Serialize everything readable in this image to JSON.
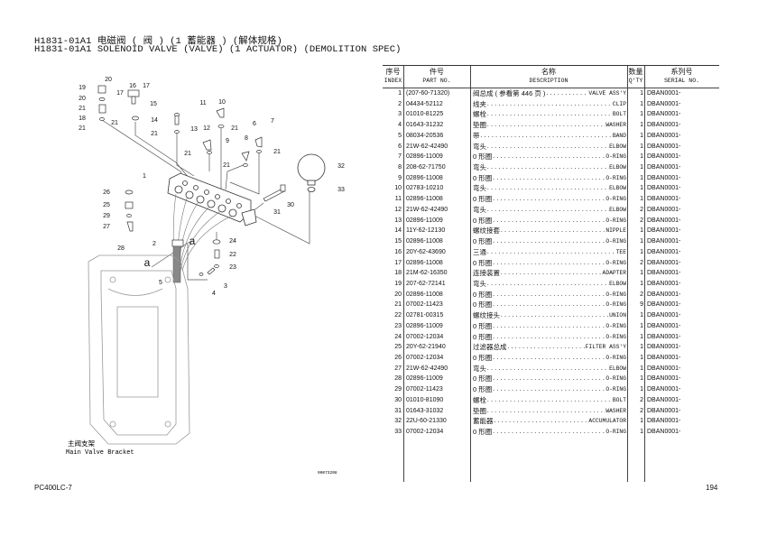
{
  "title": {
    "line1": "H1831-01A1 电磁阀 ( 阀 ) (1 蓄能器 ) (解体规格)",
    "line2": "H1831-01A1 SOLENOID VALVE (VALVE) (1 ACTUATOR) (DEMOLITION SPEC)"
  },
  "table": {
    "headers": {
      "index_cn": "序号",
      "index_en": "INDEX",
      "part_cn": "件号",
      "part_en": "PART NO.",
      "desc_cn": "名称",
      "desc_en": "DESCRIPTION",
      "qty_cn": "数量",
      "qty_en": "Q'TY",
      "serial_cn": "系列号",
      "serial_en": "SERIAL NO."
    },
    "rows": [
      {
        "index": "1",
        "part": "(207-60-71320)",
        "cn": "阀总成 ( 参看第 446 页 )",
        "en": "VALVE ASS'Y",
        "qty": "1",
        "serial": "DBAN0001-"
      },
      {
        "index": "2",
        "part": "04434-52112",
        "cn": "线夹",
        "en": "CLIP",
        "qty": "1",
        "serial": "DBAN0001-"
      },
      {
        "index": "3",
        "part": "01010-81225",
        "cn": "螺栓",
        "en": "BOLT",
        "qty": "1",
        "serial": "DBAN0001-"
      },
      {
        "index": "4",
        "part": "01643-31232",
        "cn": "垫圈",
        "en": "WASHER",
        "qty": "1",
        "serial": "DBAN0001-"
      },
      {
        "index": "5",
        "part": "08034-20536",
        "cn": "带",
        "en": "BAND",
        "qty": "1",
        "serial": "DBAN0001-"
      },
      {
        "index": "6",
        "part": "21W-62-42490",
        "cn": "弯头",
        "en": "ELBOW",
        "qty": "1",
        "serial": "DBAN0001-"
      },
      {
        "index": "7",
        "part": "02896-11009",
        "cn": "0 形圈",
        "en": "O-RING",
        "qty": "1",
        "serial": "DBAN0001-"
      },
      {
        "index": "8",
        "part": "208-62-71750",
        "cn": "弯头",
        "en": "ELBOW",
        "qty": "1",
        "serial": "DBAN0001-"
      },
      {
        "index": "9",
        "part": "02896-11008",
        "cn": "0 形圈",
        "en": "O-RING",
        "qty": "1",
        "serial": "DBAN0001-"
      },
      {
        "index": "10",
        "part": "02783-10210",
        "cn": "弯头",
        "en": "ELBOW",
        "qty": "1",
        "serial": "DBAN0001-"
      },
      {
        "index": "11",
        "part": "02896-11008",
        "cn": "0 形圈",
        "en": "O-RING",
        "qty": "1",
        "serial": "DBAN0001-"
      },
      {
        "index": "12",
        "part": "21W-62-42490",
        "cn": "弯头",
        "en": "ELBOW",
        "qty": "2",
        "serial": "DBAN0001-"
      },
      {
        "index": "13",
        "part": "02896-11009",
        "cn": "0 形圈",
        "en": "O-RING",
        "qty": "2",
        "serial": "DBAN0001-"
      },
      {
        "index": "14",
        "part": "11Y-62-12130",
        "cn": "螺纹接套",
        "en": "NIPPLE",
        "qty": "1",
        "serial": "DBAN0001-"
      },
      {
        "index": "15",
        "part": "02896-11008",
        "cn": "0 形圈",
        "en": "O-RING",
        "qty": "1",
        "serial": "DBAN0001-"
      },
      {
        "index": "16",
        "part": "20Y-62-43690",
        "cn": "三通",
        "en": "TEE",
        "qty": "1",
        "serial": "DBAN0001-"
      },
      {
        "index": "17",
        "part": "02896-11008",
        "cn": "0 形圈",
        "en": "O-RING",
        "qty": "2",
        "serial": "DBAN0001-"
      },
      {
        "index": "18",
        "part": "21M-62-16350",
        "cn": "连接装置",
        "en": "ADAPTER",
        "qty": "1",
        "serial": "DBAN0001-"
      },
      {
        "index": "19",
        "part": "207-62-72141",
        "cn": "弯头",
        "en": "ELBOW",
        "qty": "1",
        "serial": "DBAN0001-"
      },
      {
        "index": "20",
        "part": "02896-11008",
        "cn": "0 形圈",
        "en": "O-RING",
        "qty": "2",
        "serial": "DBAN0001-"
      },
      {
        "index": "21",
        "part": "07002-11423",
        "cn": "0 形圈",
        "en": "O-RING",
        "qty": "9",
        "serial": "DBAN0001-"
      },
      {
        "index": "22",
        "part": "02781-00315",
        "cn": "螺纹接头",
        "en": "UNION",
        "qty": "1",
        "serial": "DBAN0001-"
      },
      {
        "index": "23",
        "part": "02896-11009",
        "cn": "0 形圈",
        "en": "O-RING",
        "qty": "1",
        "serial": "DBAN0001-"
      },
      {
        "index": "24",
        "part": "07002-12034",
        "cn": "0 形圈",
        "en": "O-RING",
        "qty": "1",
        "serial": "DBAN0001-"
      },
      {
        "index": "25",
        "part": "20Y-62-21940",
        "cn": "过滤器总成",
        "en": "FILTER ASS'Y",
        "qty": "1",
        "serial": "DBAN0001-"
      },
      {
        "index": "26",
        "part": "07002-12034",
        "cn": "0 形圈",
        "en": "O-RING",
        "qty": "1",
        "serial": "DBAN0001-"
      },
      {
        "index": "27",
        "part": "21W-62-42490",
        "cn": "弯头",
        "en": "ELBOW",
        "qty": "1",
        "serial": "DBAN0001-"
      },
      {
        "index": "28",
        "part": "02896-11009",
        "cn": "0 形圈",
        "en": "O-RING",
        "qty": "1",
        "serial": "DBAN0001-"
      },
      {
        "index": "29",
        "part": "07002-11423",
        "cn": "0 形圈",
        "en": "O-RING",
        "qty": "1",
        "serial": "DBAN0001-"
      },
      {
        "index": "30",
        "part": "01010-81090",
        "cn": "螺栓",
        "en": "BOLT",
        "qty": "2",
        "serial": "DBAN0001-"
      },
      {
        "index": "31",
        "part": "01643-31032",
        "cn": "垫圈",
        "en": "WASHER",
        "qty": "2",
        "serial": "DBAN0001-"
      },
      {
        "index": "32",
        "part": "22U-60-21330",
        "cn": "蓄能器",
        "en": "ACCUMULATOR",
        "qty": "1",
        "serial": "DBAN0001-"
      },
      {
        "index": "33",
        "part": "07002-12034",
        "cn": "0 形圈",
        "en": "O-RING",
        "qty": "1",
        "serial": "DBAN0001-"
      }
    ]
  },
  "diagram": {
    "callouts": [
      "20",
      "19",
      "16",
      "17",
      "17",
      "20",
      "21",
      "18",
      "21",
      "15",
      "21",
      "14",
      "21",
      "11",
      "10",
      "13",
      "12",
      "21",
      "6",
      "7",
      "9",
      "8",
      "21",
      "21",
      "21",
      "32",
      "1",
      "33",
      "26",
      "30",
      "25",
      "31",
      "29",
      "27",
      "24",
      "2",
      "28",
      "22",
      "23",
      "5",
      "3",
      "4",
      "a",
      "a"
    ],
    "bracket_label_cn": "主阀支架",
    "bracket_label_en": "Main Valve Bracket",
    "drawing_code": "00073208"
  },
  "footer": {
    "model": "PC400LC-7",
    "page": "194"
  }
}
